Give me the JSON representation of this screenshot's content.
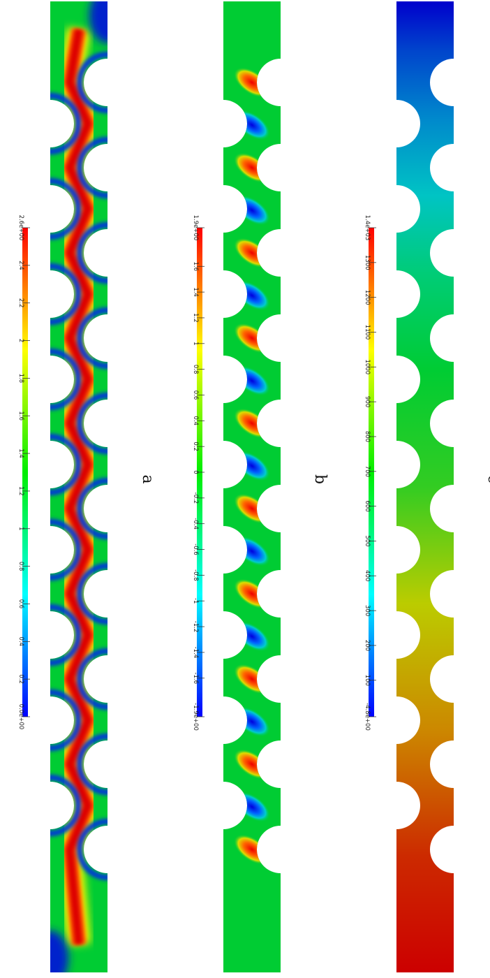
{
  "panels": [
    {
      "label": "a",
      "colorbar_ticks": [
        "0.0e+00",
        "0.2",
        "0.4",
        "0.6",
        "0.8",
        "1",
        "1.2",
        "1.4",
        "1.6",
        "1.8",
        "2",
        "2.2",
        "2.4",
        "2.6e+00"
      ],
      "range": [
        0,
        2.6
      ]
    },
    {
      "label": "b",
      "colorbar_ticks": [
        "-1.9e+00",
        "-1.6",
        "-1.4",
        "-1.2",
        "-1",
        "-0.8",
        "-0.6",
        "-0.4",
        "-0.2",
        "0",
        "0.2",
        "0.4",
        "0.6",
        "0.8",
        "1",
        "1.2",
        "1.4",
        "1.6",
        "1.9e+00"
      ],
      "range": [
        -1.9,
        1.9
      ]
    },
    {
      "label": "c",
      "colorbar_ticks": [
        "-4.8e+00",
        "100",
        "200",
        "300",
        "400",
        "500",
        "600",
        "700",
        "800",
        "900",
        "1000",
        "1100",
        "1200",
        "1300",
        "1.4e+03"
      ],
      "range": [
        -4.8,
        1400
      ]
    }
  ],
  "colors": {
    "map_low": "#0000ff",
    "map_mid": "#00cc33",
    "map_high": "#ff0000",
    "background": "#ffffff"
  }
}
